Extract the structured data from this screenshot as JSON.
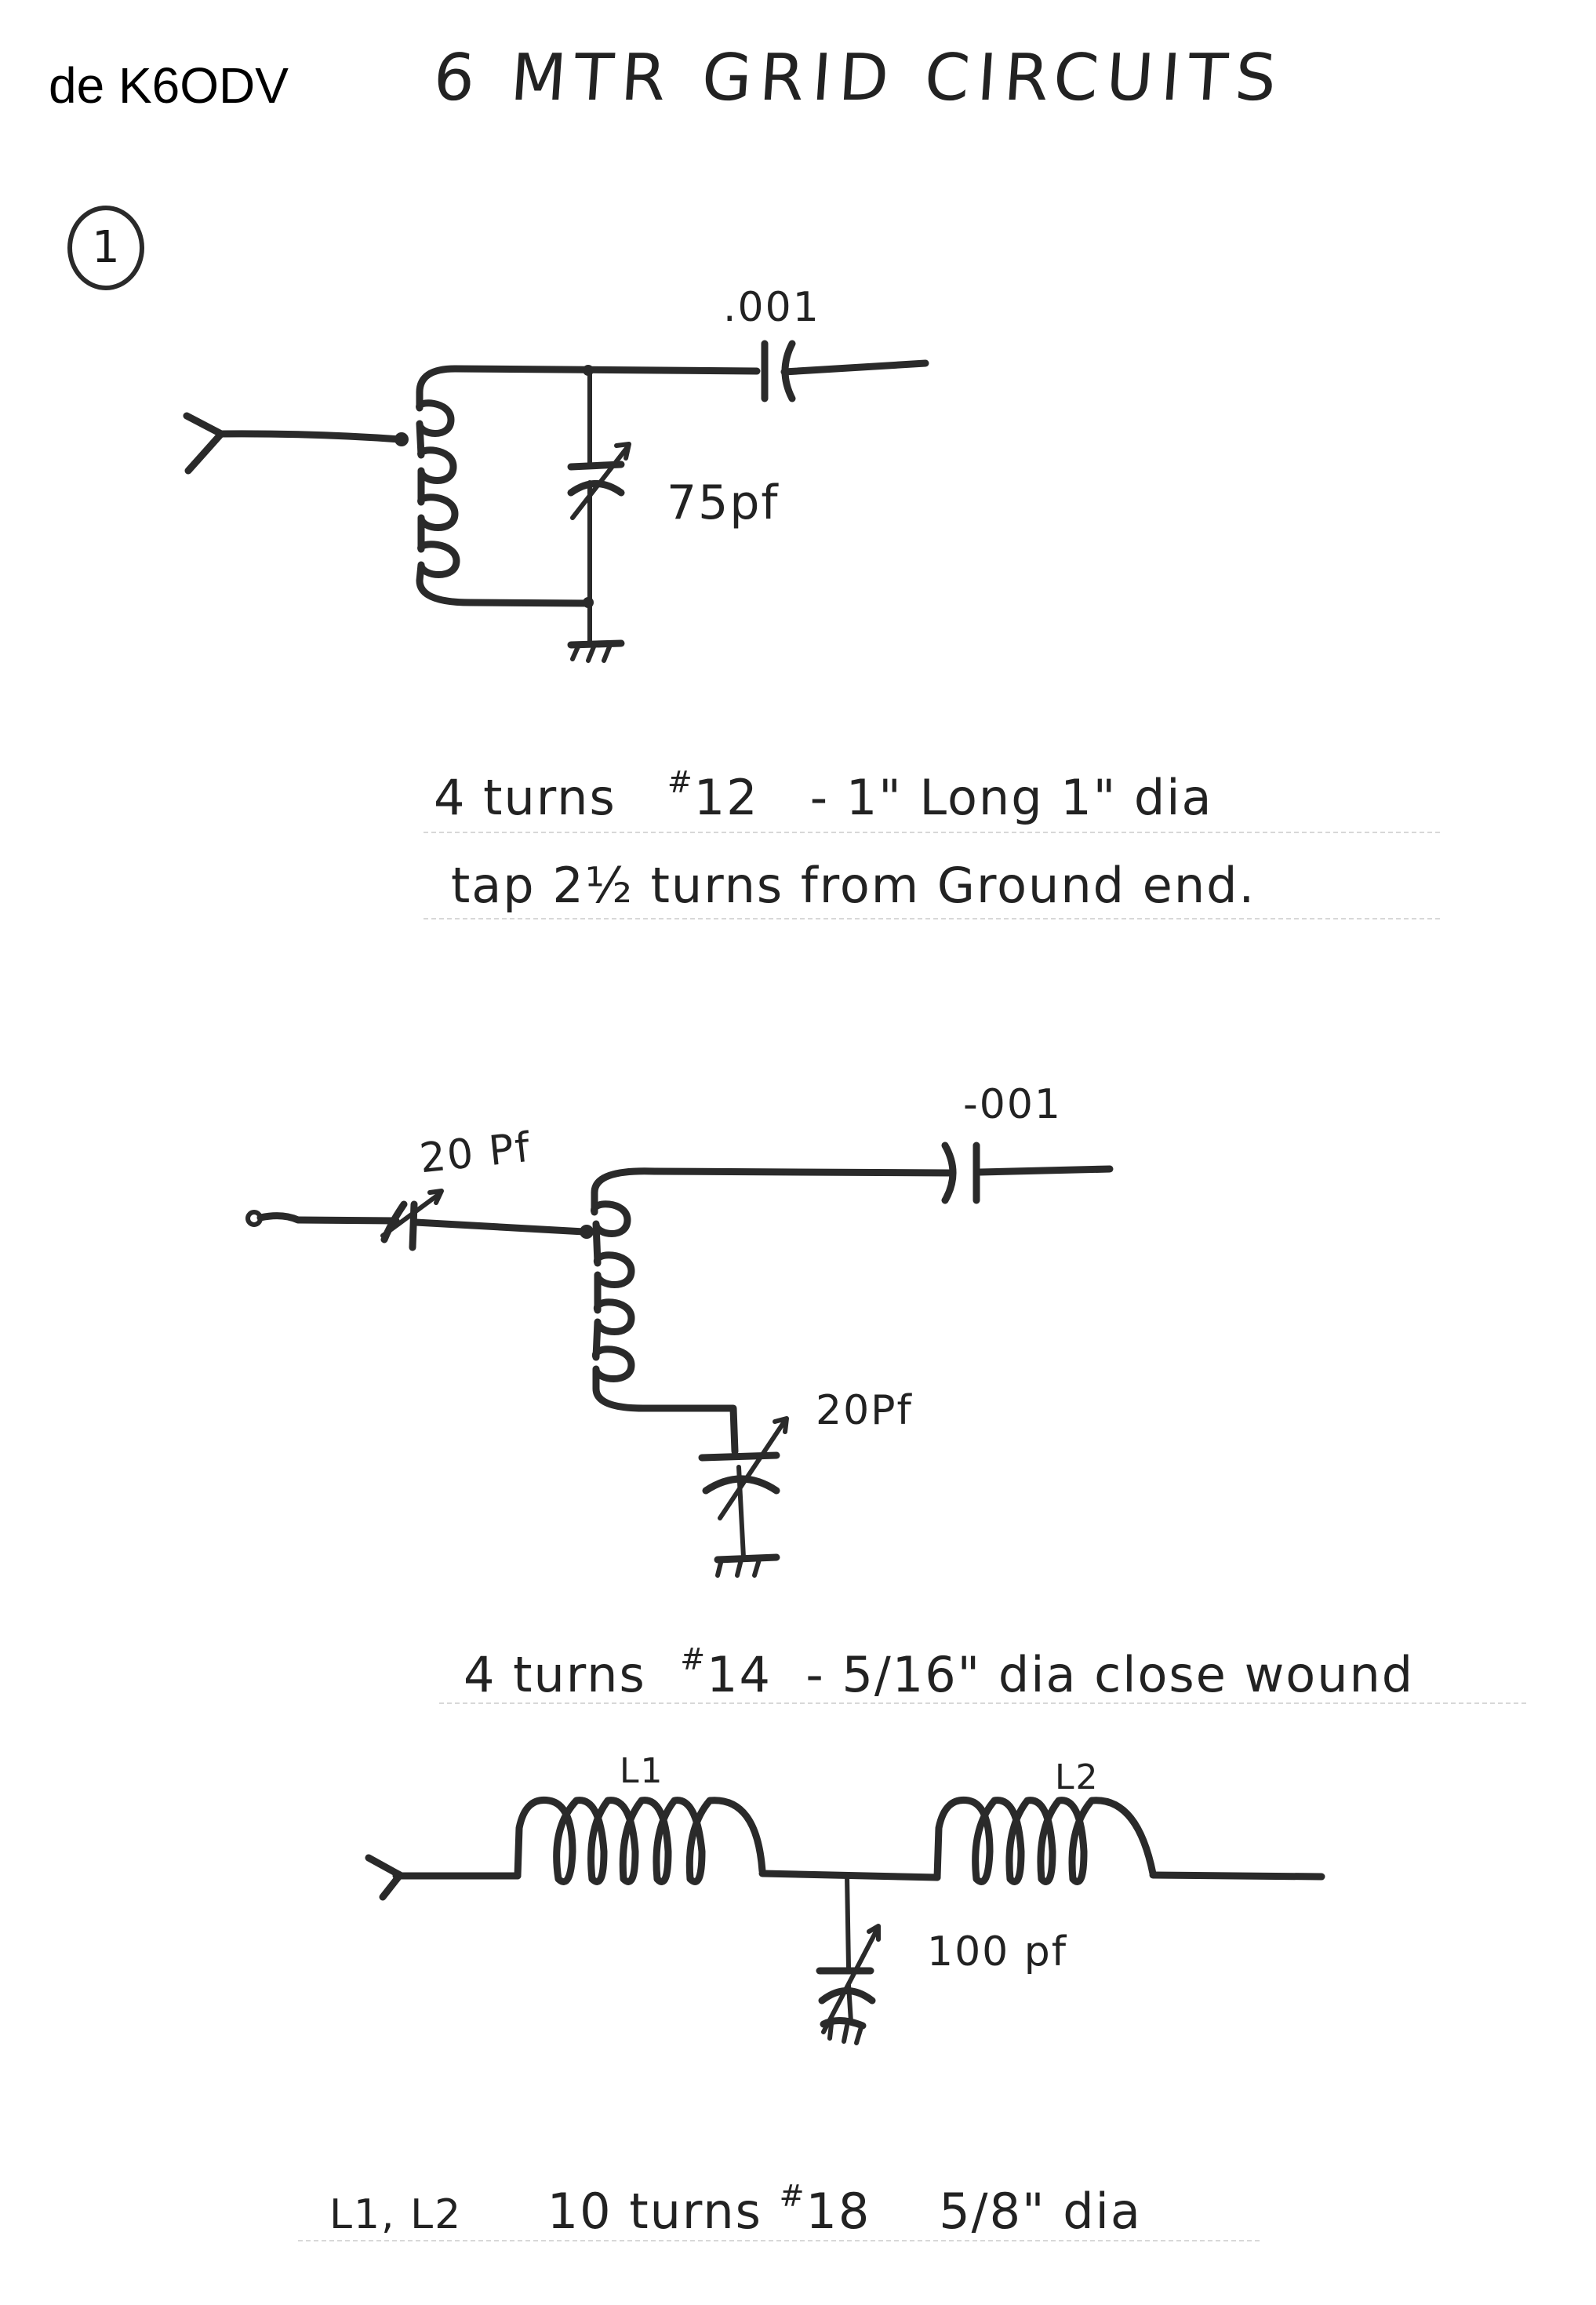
{
  "header": {
    "callsign": "de K6ODV",
    "title": "6 MTR GRID CIRCUITS",
    "section_number": "1"
  },
  "circuit1": {
    "coupling_cap_label": ".001",
    "tuning_cap_label": "75pf",
    "coil_note_line1": {
      "prefix": "4 turns",
      "wire_symbol": "#",
      "wire_gauge": "12",
      "suffix": "- 1\" Long 1\" dia"
    },
    "coil_note_line2": "tap 2½ turns from Ground end."
  },
  "circuit2": {
    "input_cap_label": "20 Pf",
    "coupling_cap_label": "-001",
    "tuning_cap_label": "20Pf",
    "coil_note": {
      "prefix": "4 turns",
      "wire_symbol": "#",
      "wire_gauge": "14",
      "suffix": "- 5/16\" dia close wound"
    }
  },
  "circuit3": {
    "inductor1_label": "L1",
    "inductor2_label": "L2",
    "shunt_cap_label": "100 pf",
    "coil_note": {
      "prefix": "L1, L2",
      "turns": "10 turns",
      "wire_symbol": "#",
      "wire_gauge": "18",
      "suffix": "5/8\" dia"
    }
  },
  "icons": [
    "ground-symbol-icon",
    "variable-capacitor-icon",
    "fixed-capacitor-icon",
    "inductor-coil-icon",
    "input-arrow-icon"
  ]
}
